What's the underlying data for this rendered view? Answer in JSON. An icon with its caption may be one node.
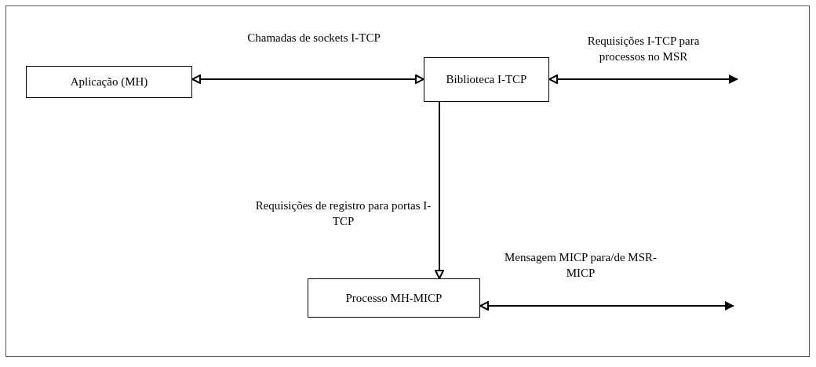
{
  "diagram": {
    "nodes": [
      {
        "text": [
          "Aplicação (MH)"
        ]
      },
      {
        "text": [
          "Biblioteca I-TCP"
        ]
      },
      {
        "text": [
          "Processo MH-MICP"
        ]
      }
    ],
    "edges": [
      {
        "from": 0,
        "to": 1,
        "arrow": "both",
        "label": "Chamadas de sockets I-TCP"
      },
      {
        "from": 1,
        "to": null,
        "arrow": "both",
        "label": "Requisições I-TCP para processos no MSR"
      },
      {
        "from": 1,
        "to": 2,
        "arrow": "to",
        "label": "Requisições de registro para portas I-TCP"
      },
      {
        "from": 2,
        "to": null,
        "arrow": "both",
        "label": "Mensagem MICP para/de MSR-MICP"
      }
    ]
  }
}
